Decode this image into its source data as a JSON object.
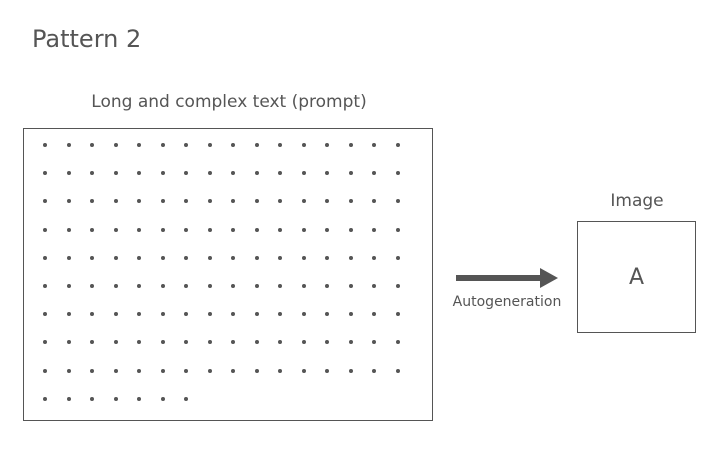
{
  "title": "Pattern 2",
  "prompt": {
    "caption": "Long and complex text (prompt)",
    "dot_rows": [
      16,
      16,
      16,
      16,
      16,
      16,
      16,
      16,
      16,
      7
    ]
  },
  "process": {
    "label": "Autogeneration"
  },
  "image": {
    "caption": "Image",
    "content": "A"
  },
  "colors": {
    "stroke": "#555555",
    "background": "#ffffff"
  },
  "icons": {
    "arrow": "right-arrow-icon"
  }
}
